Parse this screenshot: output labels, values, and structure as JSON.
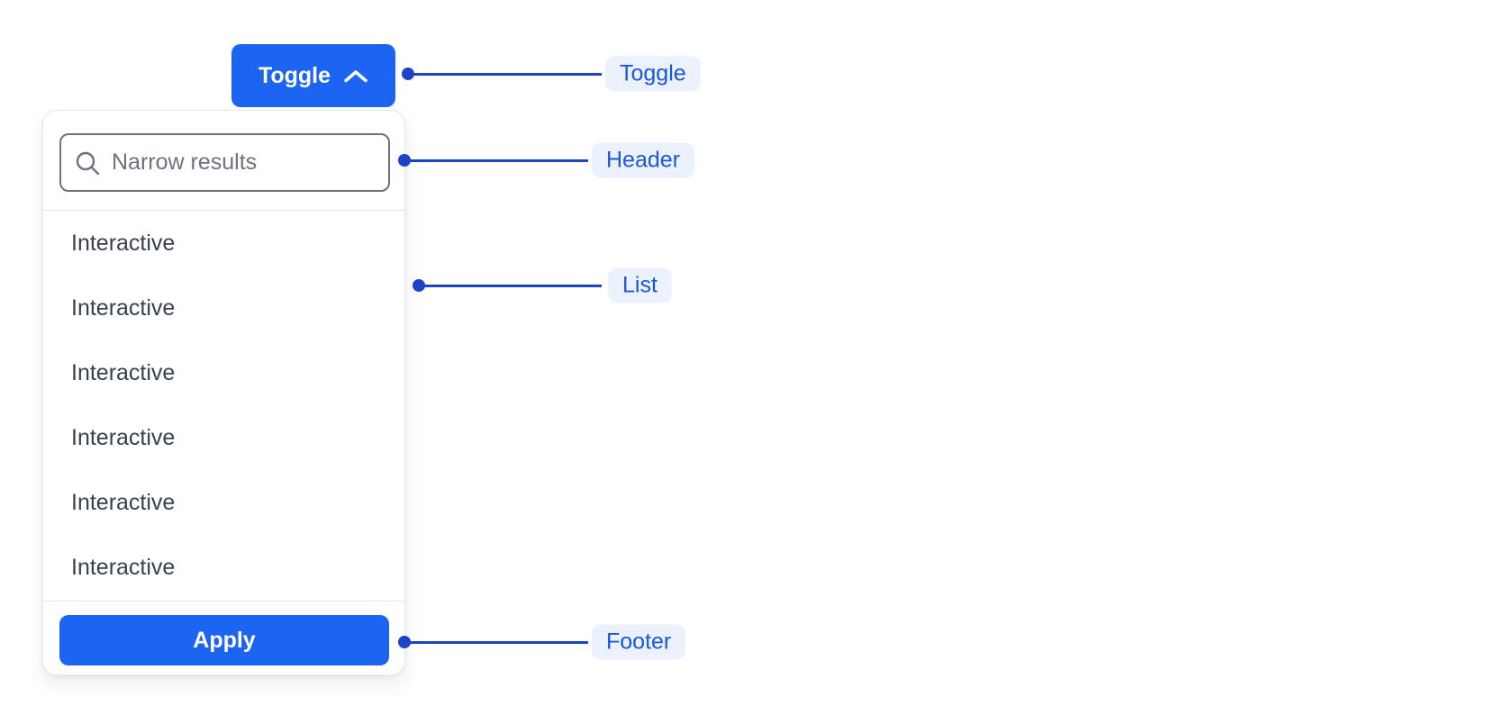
{
  "toggle": {
    "label": "Toggle",
    "icon": "chevron-up-icon"
  },
  "dropdown": {
    "header": {
      "search_placeholder": "Narrow results",
      "search_value": "",
      "icon": "search-icon"
    },
    "list": {
      "items": [
        "Interactive",
        "Interactive",
        "Interactive",
        "Interactive",
        "Interactive",
        "Interactive"
      ]
    },
    "footer": {
      "apply_label": "Apply"
    }
  },
  "annotations": {
    "toggle": {
      "label": "Toggle"
    },
    "header": {
      "label": "Header"
    },
    "list": {
      "label": "List"
    },
    "footer": {
      "label": "Footer"
    }
  },
  "colors": {
    "primary_blue": "#1C64F2",
    "annotation_line": "#1C44C8",
    "annotation_text": "#1A56DB",
    "annotation_bg": "#EBF2FE",
    "panel_border": "#E5E7EB",
    "input_border": "#6B7280",
    "placeholder_text": "#6B7280",
    "item_text": "#374151"
  }
}
